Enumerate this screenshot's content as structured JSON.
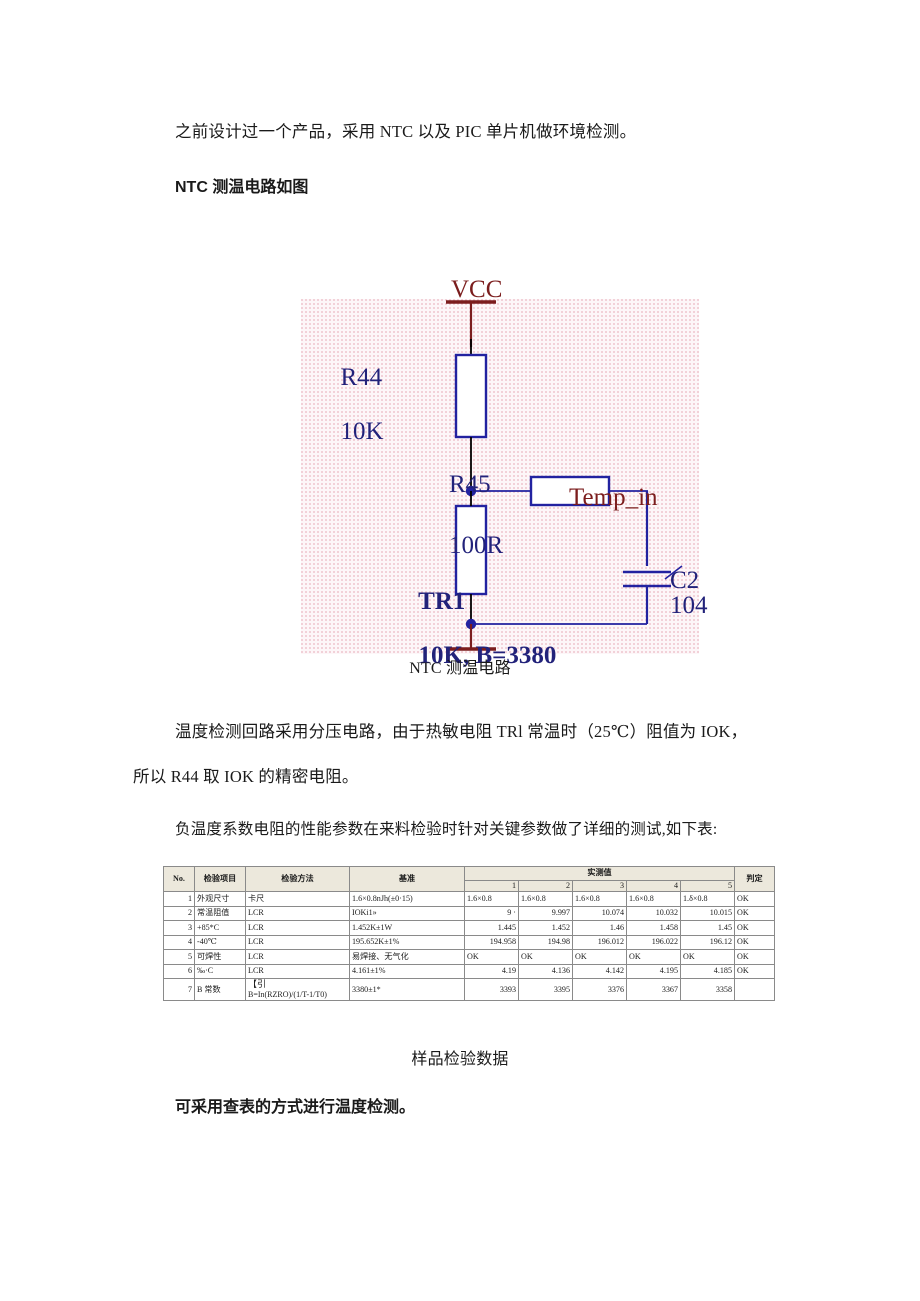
{
  "document": {
    "paragraphs": {
      "intro": "之前设计过一个产品，采用 NTC 以及 PIC 单片机做环境检测。",
      "heading_circuit": "NTC 测温电路如图",
      "caption_figure": "NTC 测温电路",
      "desc_line1": "温度检测回路采用分压电路，由于热敏电阻 TRl 常温时（25℃）阻值为 IOK，",
      "desc_line2": "所以 R44 取 IOK 的精密电阻。",
      "desc_line3": "负温度系数电阻的性能参数在来料检验时针对关键参数做了详细的测试,如下表:",
      "caption_table": "样品检验数据",
      "heading_lookup": "可采用查表的方式进行温度检测。"
    }
  },
  "circuit": {
    "vcc_label": "VCC",
    "r44_label": "R44",
    "r44_value": "10K",
    "r45_label": "R45",
    "r45_value": "100R",
    "tr1_label": "TR1",
    "tr1_value": "10K, B=3380",
    "c2_label": "C2",
    "c2_value": "104",
    "node_label": "Temp_in",
    "colors": {
      "wire": "#2222a0",
      "component": "#2222a0",
      "rail": "#7b1d1d",
      "label": "#22227a",
      "net_label": "#7b1d1d",
      "background": "#fdf6f8"
    }
  },
  "table": {
    "headers": {
      "no": "No.",
      "item": "检验项目",
      "method": "检验方法",
      "baseline": "基准",
      "measured_group": "实测值",
      "judgement": "判定"
    },
    "measured_columns": [
      "1",
      "2",
      "3",
      "4",
      "5"
    ],
    "rows": [
      {
        "no": "1",
        "item": "外观尺寸",
        "method": "卡尺",
        "baseline": "1.6×0.8nJh(±0·15)",
        "values": [
          "1.6×0.8",
          "1.6×0.8",
          "1.6×0.8",
          "1.6×0.8",
          "1.δ×0.8"
        ],
        "judgement": "OK",
        "align": "left"
      },
      {
        "no": "2",
        "item": "常温阻值",
        "method": "LCR",
        "baseline": "IOKi1»",
        "values": [
          "9 ·",
          "9.997",
          "10.074",
          "10.032",
          "10.015"
        ],
        "judgement": "OK",
        "align": "right"
      },
      {
        "no": "3",
        "item": "+85*C",
        "method": "LCR",
        "baseline": "1.452K±1W",
        "values": [
          "1.445",
          "1.452",
          "1.46",
          "1.458",
          "1.45"
        ],
        "judgement": "OK",
        "align": "right"
      },
      {
        "no": "4",
        "item": "-40℃",
        "method": "LCR",
        "baseline": "195.652K±1%",
        "values": [
          "194.958",
          "194.98",
          "196.012",
          "196.022",
          "196.12"
        ],
        "judgement": "OK",
        "align": "right"
      },
      {
        "no": "5",
        "item": "可焊性",
        "method": "LCR",
        "baseline": "易焊接、无气化",
        "values": [
          "OK",
          "OK",
          "OK",
          "OK",
          "OK"
        ],
        "judgement": "OK",
        "align": "left"
      },
      {
        "no": "6",
        "item": "‰·C",
        "method": "LCR",
        "baseline": "4.161±1%",
        "values": [
          "4.19",
          "4.136",
          "4.142",
          "4.195",
          "4.185"
        ],
        "judgement": "OK",
        "align": "right"
      },
      {
        "no": "7",
        "item": "B 常数",
        "method_line1": "【引",
        "method_line2": "B=In(RZRO)/(1/T-1/T0)",
        "baseline": "3380±1*",
        "values": [
          "3393",
          "3395",
          "3376",
          "3367",
          "3358"
        ],
        "judgement": "",
        "align": "right"
      }
    ]
  }
}
